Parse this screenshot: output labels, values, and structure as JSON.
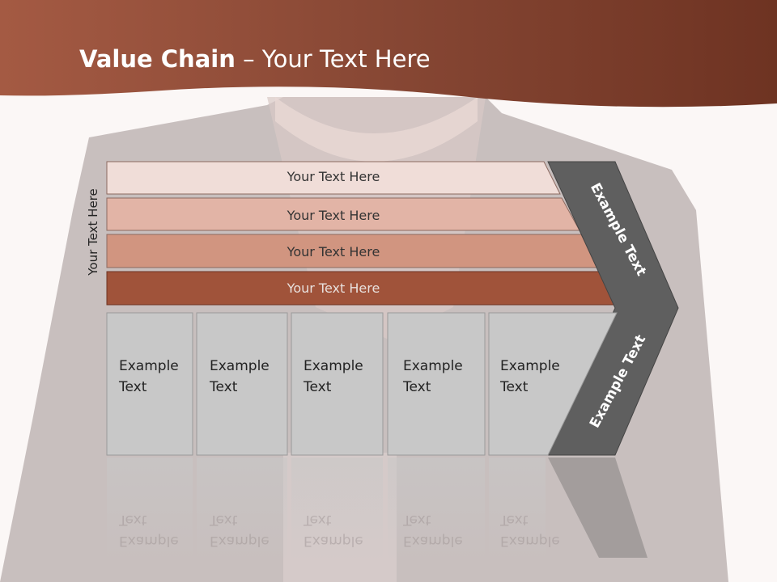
{
  "slide": {
    "title_bold": "Value Chain",
    "title_rest": " – Your Text Here",
    "side_label": "Your Text Here",
    "bars": [
      {
        "label": "Your Text Here"
      },
      {
        "label": "Your Text Here"
      },
      {
        "label": "Your Text Here"
      },
      {
        "label": "Your Text Here"
      }
    ],
    "columns": [
      {
        "text": "Example\nText"
      },
      {
        "text": "Example\nText"
      },
      {
        "text": "Example\nText"
      },
      {
        "text": "Example\nText"
      },
      {
        "text": "Example\nText"
      }
    ],
    "chevron_top": "Example Text",
    "chevron_bottom": "Example Text"
  },
  "colors": {
    "header": "#7a3a28",
    "bar1": "#f0ddd8",
    "bar2": "#e2b4a6",
    "bar3": "#d19580",
    "bar4": "#a0533a",
    "chevron": "#5f5f5f",
    "column": "#c8c8c8"
  }
}
